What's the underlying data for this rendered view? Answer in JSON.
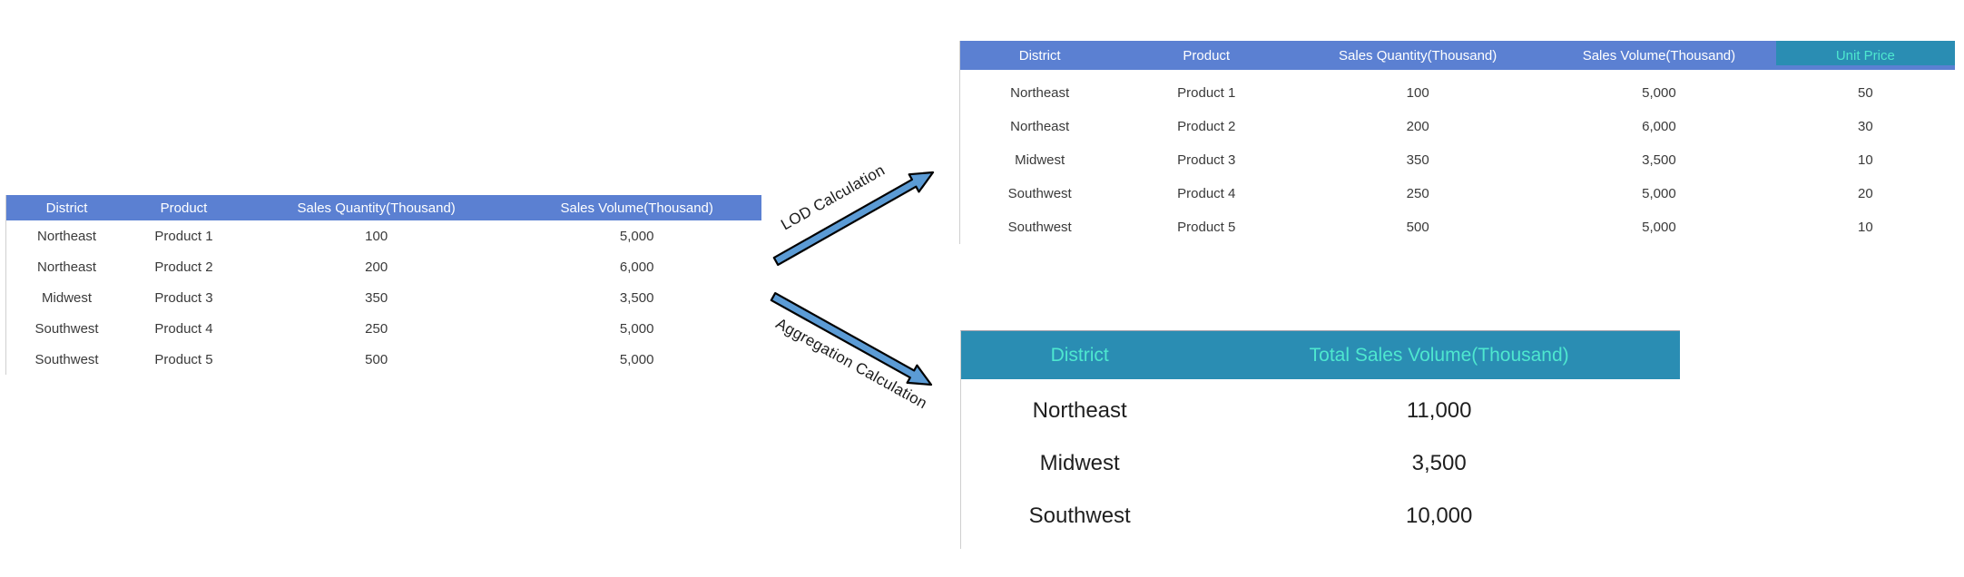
{
  "colors": {
    "header_blue": "#5B80D2",
    "teal": "#2A8DB3",
    "teal_text": "#4EE7CF",
    "header_text": "#FFFFFF",
    "body_text": "#3A3A3A",
    "arrow_fill": "#5B9BD5",
    "arrow_outline": "#000000"
  },
  "source_table": {
    "headers": [
      "District",
      "Product",
      "Sales Quantity(Thousand)",
      "Sales Volume(Thousand)"
    ],
    "rows": [
      [
        "Northeast",
        "Product 1",
        "100",
        "5,000"
      ],
      [
        "Northeast",
        "Product 2",
        "200",
        "6,000"
      ],
      [
        "Midwest",
        "Product 3",
        "350",
        "3,500"
      ],
      [
        "Southwest",
        "Product 4",
        "250",
        "5,000"
      ],
      [
        "Southwest",
        "Product 5",
        "500",
        "5,000"
      ]
    ]
  },
  "lod_table": {
    "headers": [
      "District",
      "Product",
      "Sales Quantity(Thousand)",
      "Sales Volume(Thousand)",
      "Unit Price"
    ],
    "highlight_column_index": 4,
    "rows": [
      [
        "Northeast",
        "Product 1",
        "100",
        "5,000",
        "50"
      ],
      [
        "Northeast",
        "Product 2",
        "200",
        "6,000",
        "30"
      ],
      [
        "Midwest",
        "Product 3",
        "350",
        "3,500",
        "10"
      ],
      [
        "Southwest",
        "Product 4",
        "250",
        "5,000",
        "20"
      ],
      [
        "Southwest",
        "Product 5",
        "500",
        "5,000",
        "10"
      ]
    ]
  },
  "aggregation_table": {
    "headers": [
      "District",
      "Total Sales Volume(Thousand)"
    ],
    "rows": [
      [
        "Northeast",
        "11,000"
      ],
      [
        "Midwest",
        "3,500"
      ],
      [
        "Southwest",
        "10,000"
      ]
    ]
  },
  "lod_arrow": {
    "label": "LOD Calculation"
  },
  "aggregation_arrow": {
    "label": "Aggregation Calculation"
  }
}
